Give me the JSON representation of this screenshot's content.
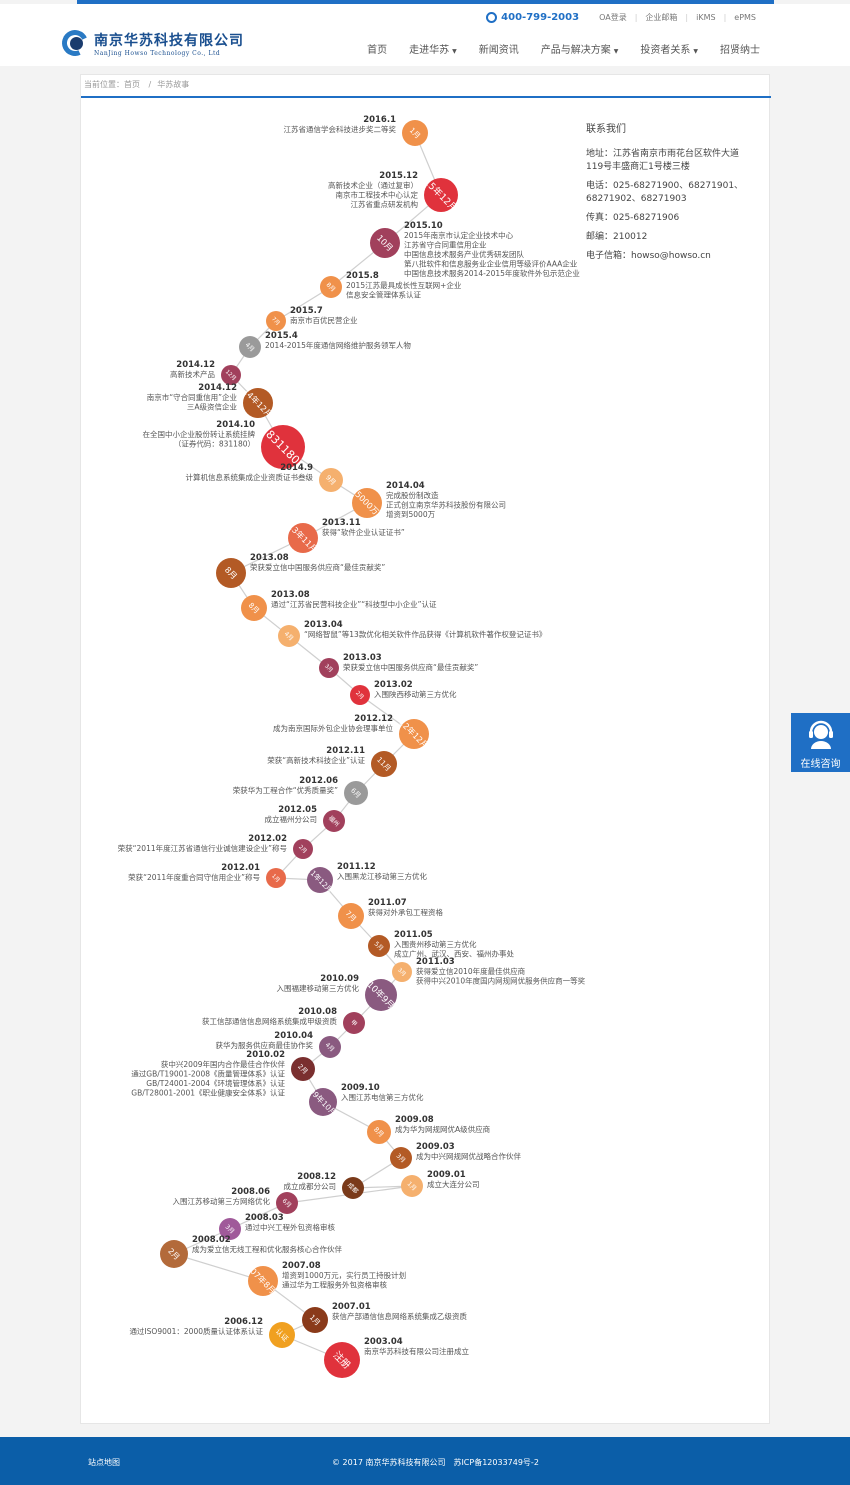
{
  "header": {
    "phone": "400-799-2003",
    "links": [
      "OA登录",
      "企业邮箱",
      "iKMS",
      "ePMS"
    ],
    "logo_cn": "南京华苏科技有限公司",
    "logo_en": "NanJing Howso Technology Co., Ltd",
    "nav": [
      {
        "label": "首页",
        "dropdown": false
      },
      {
        "label": "走进华苏",
        "dropdown": true
      },
      {
        "label": "新闻资讯",
        "dropdown": false
      },
      {
        "label": "产品与解决方案",
        "dropdown": true
      },
      {
        "label": "投资者关系",
        "dropdown": true
      },
      {
        "label": "招贤纳士",
        "dropdown": false
      }
    ]
  },
  "breadcrumb": {
    "prefix": "当前位置：",
    "home": "首页",
    "sep": "/",
    "current": "华苏故事"
  },
  "contact": {
    "title": "联系我们",
    "address": "地址：江苏省南京市雨花台区软件大道119号丰盛商汇1号楼三楼",
    "phone_label": "电话：",
    "phone": "025-68271900、68271901、68271902、68271903",
    "fax": "传真：025-68271906",
    "zip": "邮编：210012",
    "email": "电子信箱：howso@howso.cn"
  },
  "chat": {
    "label": "在线咨询"
  },
  "footer": {
    "sitemap": "站点地图",
    "copyright": "© 2017 南京华苏科技有限公司　苏ICP备12033749号-2"
  },
  "colors": {
    "accent": "#1f6fc5",
    "footer": "#0b5ea8"
  },
  "timeline": [
    {
      "date": "2016.1",
      "badge": "1月",
      "color": "#f0914a",
      "lines": [
        "江苏省通信学会科技进步奖二等奖"
      ]
    },
    {
      "date": "2015.12",
      "badge": "15年12月",
      "color": "#e0323c",
      "lines": [
        "高新技术企业（通过复审）",
        "南京市工程技术中心认定",
        "江苏省重点研发机构"
      ]
    },
    {
      "date": "2015.10",
      "badge": "10月",
      "color": "#a1405c",
      "lines": [
        "2015年南京市认定企业技术中心",
        "江苏省守合同重信用企业",
        "中国信息技术服务产业优秀研发团队",
        "第八批软件和信息服务业企业信用等级评价AAA企业",
        "中国信息技术服务2014-2015年度软件外包示范企业"
      ]
    },
    {
      "date": "2015.8",
      "badge": "8月",
      "color": "#f0914a",
      "lines": [
        "2015江苏最具成长性互联网+企业",
        "信息安全管理体系认证"
      ]
    },
    {
      "date": "2015.7",
      "badge": "7月",
      "color": "#f0914a",
      "lines": [
        "南京市百优民营企业"
      ]
    },
    {
      "date": "2015.4",
      "badge": "4月",
      "color": "#9a9a9a",
      "lines": [
        "2014-2015年度通信网络维护服务领军人物"
      ]
    },
    {
      "date": "2014.12",
      "badge": "12月",
      "color": "#a1405c",
      "lines": [
        "高新技术产品"
      ]
    },
    {
      "date": "2014.12",
      "badge": "14年12月",
      "color": "#b35a25",
      "lines": [
        "南京市“守合同重信用”企业",
        "三A级资信企业"
      ]
    },
    {
      "date": "2014.10",
      "badge": "831180",
      "color": "#e0323c",
      "lines": [
        "在全国中小企业股份转让系统挂牌",
        "（证券代码：831180）"
      ]
    },
    {
      "date": "2014.9",
      "badge": "9月",
      "color": "#f5b06e",
      "lines": [
        "计算机信息系统集成企业资质证书叁级"
      ]
    },
    {
      "date": "2014.04",
      "badge": "5000万",
      "color": "#f0914a",
      "lines": [
        "完成股份制改造",
        "正式创立南京华苏科技股份有限公司",
        "增资到5000万"
      ]
    },
    {
      "date": "2013.11",
      "badge": "13年11月",
      "color": "#e86a4a",
      "lines": [
        "获得“软件企业认证证书”"
      ]
    },
    {
      "date": "2013.08",
      "badge": "8月",
      "color": "#b35a25",
      "lines": [
        "荣获爱立信中国服务供应商“最佳贡献奖”"
      ]
    },
    {
      "date": "2013.08",
      "badge": "8月",
      "color": "#f0914a",
      "lines": [
        "通过“江苏省民营科技企业”“科技型中小企业”认证"
      ]
    },
    {
      "date": "2013.04",
      "badge": "4月",
      "color": "#f5b06e",
      "lines": [
        "“网络智鼠”等13款优化相关软件作品获得《计算机软件著作权登记证书》"
      ]
    },
    {
      "date": "2013.03",
      "badge": "3月",
      "color": "#a1405c",
      "lines": [
        "荣获爱立信中国服务供应商“最佳贡献奖”"
      ]
    },
    {
      "date": "2013.02",
      "badge": "2月",
      "color": "#e0323c",
      "lines": [
        "入围陕西移动第三方优化"
      ]
    },
    {
      "date": "2012.12",
      "badge": "12年12月",
      "color": "#f0914a",
      "lines": [
        "成为南京国际外包企业协会理事单位"
      ]
    },
    {
      "date": "2012.11",
      "badge": "11月",
      "color": "#b35a25",
      "lines": [
        "荣获“高新技术科技企业”认证"
      ]
    },
    {
      "date": "2012.06",
      "badge": "6月",
      "color": "#9a9a9a",
      "lines": [
        "荣获华为工程合作“优秀质量奖”"
      ]
    },
    {
      "date": "2012.05",
      "badge": "福州",
      "color": "#a1405c",
      "lines": [
        "成立福州分公司"
      ]
    },
    {
      "date": "2012.02",
      "badge": "2月",
      "color": "#a1405c",
      "lines": [
        "荣获“2011年度江苏省通信行业诚信建设企业”称号"
      ]
    },
    {
      "date": "2012.01",
      "badge": "1月",
      "color": "#e86a4a",
      "lines": [
        "荣获“2011年度重合同守信用企业”称号"
      ]
    },
    {
      "date": "2011.12",
      "badge": "11年12月",
      "color": "#8a5a80",
      "lines": [
        "入围黑龙江移动第三方优化"
      ]
    },
    {
      "date": "2011.07",
      "badge": "7月",
      "color": "#f0914a",
      "lines": [
        "获得对外承包工程资格"
      ]
    },
    {
      "date": "2011.05",
      "badge": "5月",
      "color": "#b35a25",
      "lines": [
        "入围贵州移动第三方优化",
        "成立广州、武汉、西安、福州办事处"
      ]
    },
    {
      "date": "2011.03",
      "badge": "3月",
      "color": "#f5b06e",
      "lines": [
        "获得爱立信2010年度最佳供应商",
        "获得中兴2010年度国内网规网优服务供应商一等奖"
      ]
    },
    {
      "date": "2010.09",
      "badge": "10年9月",
      "color": "#8a5a80",
      "lines": [
        "入围福建移动第三方优化"
      ]
    },
    {
      "date": "2010.08",
      "badge": "甲",
      "color": "#a1405c",
      "lines": [
        "获工信部通信信息网络系统集成甲级资质"
      ]
    },
    {
      "date": "2010.04",
      "badge": "4月",
      "color": "#8a5a80",
      "lines": [
        "获华为服务供应商最佳协作奖"
      ]
    },
    {
      "date": "2010.02",
      "badge": "2月",
      "color": "#7a2f2f",
      "lines": [
        "获中兴2009年国内合作最佳合作伙伴",
        "通过GB/T19001-2008《质量管理体系》认证",
        "GB/T24001-2004《环境管理体系》认证",
        "GB/T28001-2001《职业健康安全体系》认证"
      ]
    },
    {
      "date": "2009.10",
      "badge": "09年10月",
      "color": "#8a5a80",
      "lines": [
        "入围江苏电信第三方优化"
      ]
    },
    {
      "date": "2009.08",
      "badge": "8月",
      "color": "#f0914a",
      "lines": [
        "成为华为网规网优A级供应商"
      ]
    },
    {
      "date": "2009.03",
      "badge": "3月",
      "color": "#b35a25",
      "lines": [
        "成为中兴网规网优战略合作伙伴"
      ]
    },
    {
      "date": "2008.12",
      "badge": "成都",
      "color": "#7a3a1a",
      "lines": [
        "成立成都分公司"
      ]
    },
    {
      "date": "2009.01",
      "badge": "1月",
      "color": "#f5b06e",
      "lines": [
        "成立大连分公司"
      ]
    },
    {
      "date": "2008.06",
      "badge": "6月",
      "color": "#a1405c",
      "lines": [
        "入围江苏移动第三方网络优化"
      ]
    },
    {
      "date": "2008.03",
      "badge": "3月",
      "color": "#a05a9a",
      "lines": [
        "通过中兴工程外包资格审核"
      ]
    },
    {
      "date": "2008.02",
      "badge": "2月",
      "color": "#b36a3a",
      "lines": [
        "成为爱立信无线工程和优化服务核心合作伙伴"
      ]
    },
    {
      "date": "2007.08",
      "badge": "07年8月",
      "color": "#f0914a",
      "lines": [
        "增资到1000万元，实行员工持股计划",
        "通过华为工程服务外包资格审核"
      ]
    },
    {
      "date": "2007.01",
      "badge": "1月",
      "color": "#8a3a1a",
      "lines": [
        "获信产部通信信息网络系统集成乙级资质"
      ]
    },
    {
      "date": "2006.12",
      "badge": "认证",
      "color": "#f0a020",
      "lines": [
        "通过ISO9001：2000质量认证体系认证"
      ]
    },
    {
      "date": "2003.04",
      "badge": "注册",
      "color": "#e0323c",
      "lines": [
        "南京华苏科技有限公司注册成立"
      ]
    }
  ]
}
